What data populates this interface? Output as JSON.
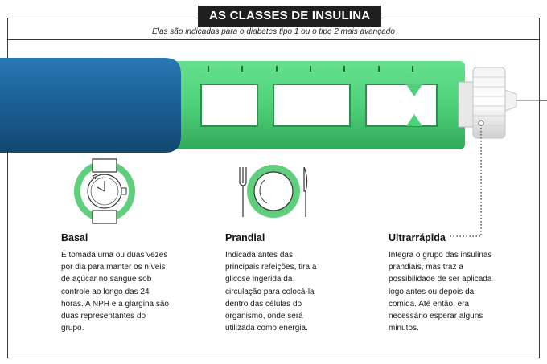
{
  "header": {
    "title": "AS CLASSES DE INSULINA",
    "subtitle": "Elas são indicadas para o diabetes tipo 1 ou o tipo 2 mais avançado"
  },
  "colors": {
    "pen_blue": "#1a5f94",
    "pen_green": "#4fd17a",
    "accent_green": "#5fcf7d",
    "frame": "#3a3a3a"
  },
  "columns": [
    {
      "icon": "clock-icon",
      "title": "Basal",
      "text": "É tomada uma ou duas vezes por dia para manter os níveis de açúcar no sangue sob controle ao longo das 24 horas. A NPH e a glargina são duas representantes do grupo."
    },
    {
      "icon": "plate-icon",
      "title": "Prandial",
      "text": "Indicada antes das principais refeições, tira a glicose ingerida da circulação para colocá-la dentro das células do organismo, onde será utilizada como energia."
    },
    {
      "icon": "pen-tip-icon",
      "title": "Ultrarrápida",
      "text": "Integra o grupo das insulinas prandiais, mas traz a possibilidade de ser aplicada logo antes ou depois da comida. Até então, era necessário esperar alguns minutos."
    }
  ]
}
